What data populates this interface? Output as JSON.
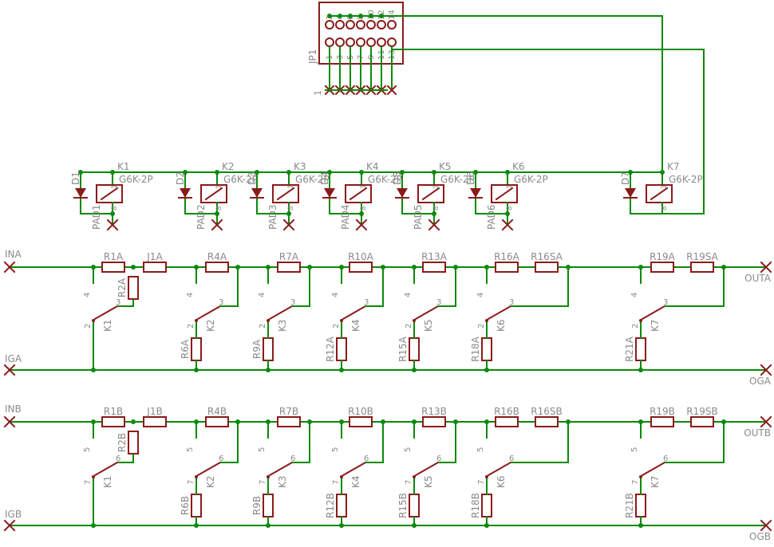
{
  "colors": {
    "wire": "#0a8a0a",
    "part": "#8b1a1a",
    "label": "#8a8a8a",
    "background": "#ffffff"
  },
  "connector": {
    "name": "JP1",
    "top_pins": [
      "2",
      "4",
      "6",
      "8",
      "10",
      "12",
      "14"
    ],
    "bottom_pins": [
      "1",
      "3",
      "5",
      "7",
      "9",
      "11",
      "13"
    ],
    "bottom_bus_label": "1"
  },
  "relays": [
    {
      "name": "K1",
      "type": "G6K-2P",
      "diode": "D1",
      "pad": "PAD1"
    },
    {
      "name": "K2",
      "type": "G6K-2P",
      "diode": "D2",
      "pad": "PAD2"
    },
    {
      "name": "K3",
      "type": "G6K-2P",
      "diode": "D3",
      "pad": "PAD3"
    },
    {
      "name": "K4",
      "type": "G6K-2P",
      "diode": "D4",
      "pad": "PAD4"
    },
    {
      "name": "K5",
      "type": "G6K-2P",
      "diode": "D5",
      "pad": "PAD5"
    },
    {
      "name": "K6",
      "type": "G6K-2P",
      "diode": "D6",
      "pad": "PAD6"
    },
    {
      "name": "K7",
      "type": "G6K-2P",
      "diode": "D7",
      "pad": null
    }
  ],
  "coil_pins": {
    "top": "1",
    "bottom": "8"
  },
  "channels": [
    {
      "suffix": "A",
      "in_label": "INA",
      "out_label": "OUTA",
      "gnd_in_label": "IGA",
      "gnd_out_label": "OGA",
      "series": [
        "R1A",
        "J1A",
        "R4A",
        "R7A",
        "R10A",
        "R13A",
        "R16A",
        "R16SA",
        "R19A",
        "R19SA"
      ],
      "shunt": [
        "R2A",
        "R6A",
        "R9A",
        "R12A",
        "R15A",
        "R18A",
        "R21A"
      ],
      "switch_pins": {
        "nc": "4",
        "com": "2",
        "no": "3"
      }
    },
    {
      "suffix": "B",
      "in_label": "INB",
      "out_label": "OUTB",
      "gnd_in_label": "IGB",
      "gnd_out_label": "OGB",
      "series": [
        "R1B",
        "J1B",
        "R4B",
        "R7B",
        "R10B",
        "R13B",
        "R16B",
        "R16SB",
        "R19B",
        "R19SB"
      ],
      "shunt": [
        "R2B",
        "R6B",
        "R9B",
        "R12B",
        "R15B",
        "R18B",
        "R21B"
      ],
      "switch_pins": {
        "nc": "5",
        "com": "7",
        "no": "6"
      }
    }
  ]
}
